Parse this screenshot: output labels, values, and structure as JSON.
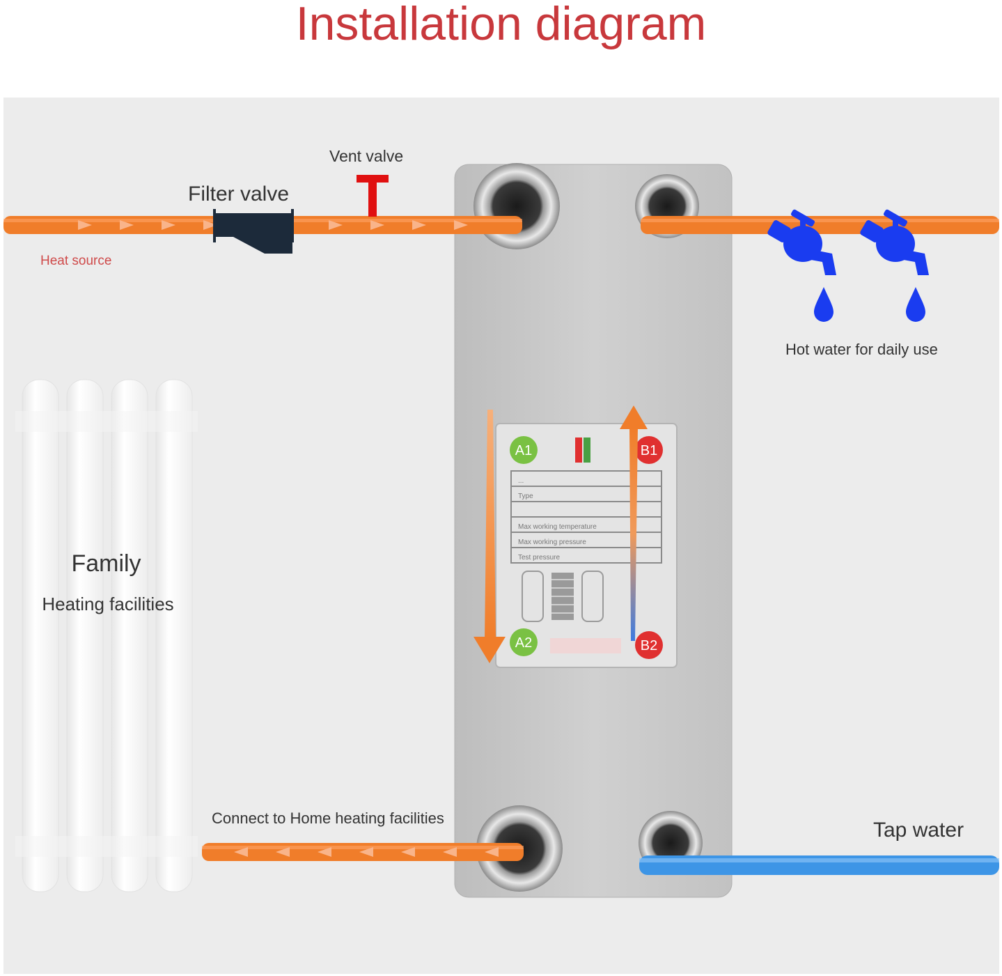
{
  "title": "Installation diagram",
  "labels": {
    "filter_valve": "Filter valve",
    "vent_valve": "Vent valve",
    "heat_source": "Heat source",
    "hot_water": "Hot water for daily use",
    "family": "Family",
    "heating_facilities": "Heating facilities",
    "connect_home": "Connect to Home heating facilities",
    "tap_water": "Tap water"
  },
  "nameplate": {
    "ports": {
      "a1": "A1",
      "a2": "A2",
      "b1": "B1",
      "b2": "B2"
    },
    "rows": [
      "...",
      "Type",
      "",
      "Max working temperature",
      "Max working pressure",
      "Test pressure"
    ]
  },
  "colors": {
    "title": "#c8383c",
    "hot_pipe": "#f07d2a",
    "cold_pipe": "#3d95e6",
    "faucet": "#1a3cf0",
    "vent_valve": "#e01010",
    "filter_valve": "#1c2a3a",
    "port_a": "#7ac143",
    "port_b": "#e03030"
  },
  "icons": [
    "filter-valve-icon",
    "vent-valve-icon",
    "faucet-icon",
    "water-drop-icon",
    "radiator-icon",
    "flow-arrow-icon"
  ]
}
